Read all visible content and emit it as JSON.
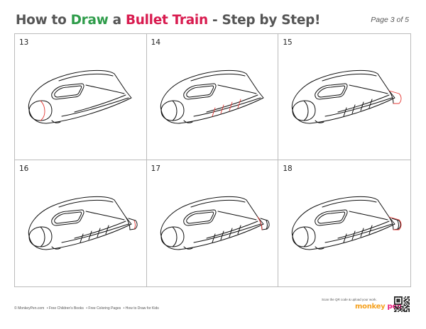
{
  "header": {
    "title_part1": "How to ",
    "title_part2": "Draw",
    "title_part3": " a ",
    "title_part4": "Bullet Train",
    "title_part5": " - Step by Step!",
    "page_label": "Page 3 of 5"
  },
  "colors": {
    "draw_word": "#2e9c4a",
    "bullet_train_words": "#d81b4f",
    "new_line_highlight": "#e53935",
    "outline": "#111111",
    "brand_pink": "#e6197a",
    "brand_orange": "#f5a11f"
  },
  "steps": [
    {
      "number": "13"
    },
    {
      "number": "14"
    },
    {
      "number": "15"
    },
    {
      "number": "16"
    },
    {
      "number": "17"
    },
    {
      "number": "18"
    }
  ],
  "footer": {
    "copyright": "© MonkeyPen.com",
    "links": [
      "• Free Children's Books",
      "• Free Coloring Pages",
      "• How to Draw for Kids"
    ],
    "scan_text": "Scan the QR code & upload your work.",
    "brand_part1": "monkey",
    "brand_part2": " pen",
    "qr_icon": "qr-code-icon"
  }
}
